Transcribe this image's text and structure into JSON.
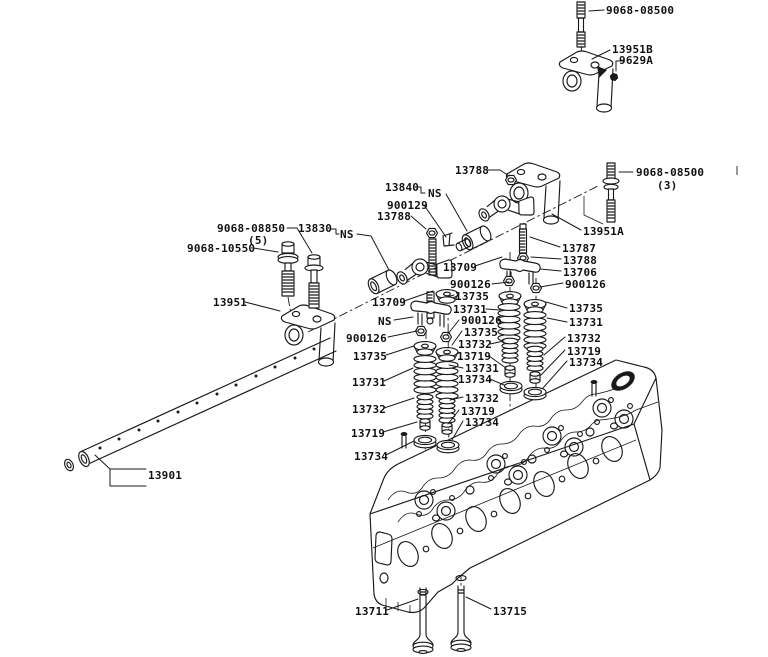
{
  "colors": {
    "background": "#ffffff",
    "line": "#1a1a1a"
  },
  "labels": [
    {
      "id": "9068-08500-top",
      "text": "9068-08500"
    },
    {
      "id": "13951B",
      "text": "13951B"
    },
    {
      "id": "9629A",
      "text": "9629A"
    },
    {
      "id": "13788-1",
      "text": "13788"
    },
    {
      "id": "13840",
      "text": "13840"
    },
    {
      "id": "ns-1",
      "text": "NS"
    },
    {
      "id": "900129",
      "text": "900129"
    },
    {
      "id": "13788-2",
      "text": "13788"
    },
    {
      "id": "9068-08500-right",
      "text": "9068-08500"
    },
    {
      "id": "qty-3",
      "text": "(3)"
    },
    {
      "id": "13951A",
      "text": "13951A"
    },
    {
      "id": "9068-08850",
      "text": "9068-08850"
    },
    {
      "id": "qty-5",
      "text": "(5)"
    },
    {
      "id": "13830",
      "text": "13830"
    },
    {
      "id": "ns-2",
      "text": "NS"
    },
    {
      "id": "9068-10550",
      "text": "9068-10550"
    },
    {
      "id": "13951",
      "text": "13951"
    },
    {
      "id": "13709-1",
      "text": "13709"
    },
    {
      "id": "13709-2",
      "text": "13709"
    },
    {
      "id": "13787",
      "text": "13787"
    },
    {
      "id": "13788-3",
      "text": "13788"
    },
    {
      "id": "13706",
      "text": "13706"
    },
    {
      "id": "900126-1",
      "text": "900126"
    },
    {
      "id": "900126-2",
      "text": "900126"
    },
    {
      "id": "13735-1",
      "text": "13735"
    },
    {
      "id": "13731-1",
      "text": "13731"
    },
    {
      "id": "ns-3",
      "text": "NS"
    },
    {
      "id": "900126-3",
      "text": "900126"
    },
    {
      "id": "900126-4",
      "text": "900126"
    },
    {
      "id": "13735-2",
      "text": "13735"
    },
    {
      "id": "13735-3",
      "text": "13735"
    },
    {
      "id": "13732-1",
      "text": "13732"
    },
    {
      "id": "13719-1",
      "text": "13719"
    },
    {
      "id": "13731-2",
      "text": "13731"
    },
    {
      "id": "13734-1",
      "text": "13734"
    },
    {
      "id": "13731-3",
      "text": "13731"
    },
    {
      "id": "13732-2",
      "text": "13732"
    },
    {
      "id": "13732-3",
      "text": "13732"
    },
    {
      "id": "13719-2",
      "text": "13719"
    },
    {
      "id": "13734-2",
      "text": "13734"
    },
    {
      "id": "13719-3",
      "text": "13719"
    },
    {
      "id": "13734-3",
      "text": "13734"
    },
    {
      "id": "13735-4",
      "text": "13735"
    },
    {
      "id": "13731-4",
      "text": "13731"
    },
    {
      "id": "13732-4",
      "text": "13732"
    },
    {
      "id": "13719-4",
      "text": "13719"
    },
    {
      "id": "13734-4",
      "text": "13734"
    },
    {
      "id": "13901",
      "text": "13901"
    },
    {
      "id": "13711",
      "text": "13711"
    },
    {
      "id": "13715",
      "text": "13715"
    }
  ]
}
